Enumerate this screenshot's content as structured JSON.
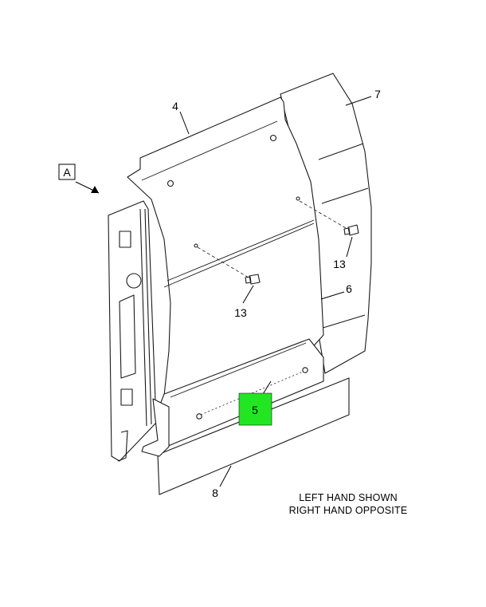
{
  "view_label": "A",
  "callouts": {
    "c4": "4",
    "c5": "5",
    "c6": "6",
    "c7": "7",
    "c8": "8",
    "c13_upper": "13",
    "c13_lower": "13"
  },
  "highlight_color": "#22e622",
  "note": {
    "line1": "LEFT HAND SHOWN",
    "line2": "RIGHT HAND OPPOSITE"
  }
}
